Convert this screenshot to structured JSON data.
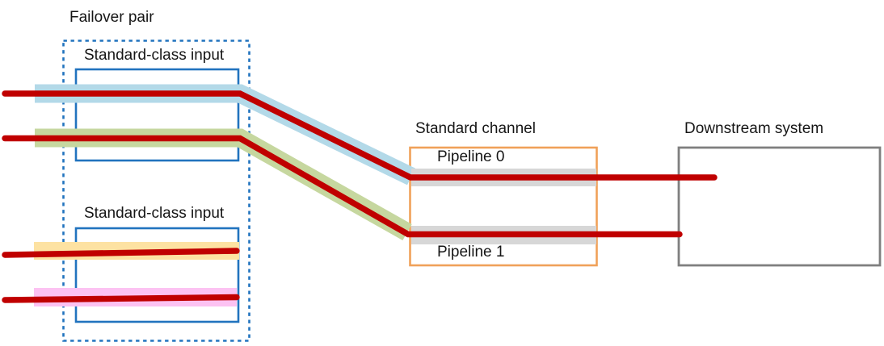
{
  "diagram": {
    "failover_pair": {
      "label": "Failover pair",
      "inputs": [
        {
          "label": "Standard-class input"
        },
        {
          "label": "Standard-class input"
        }
      ]
    },
    "standard_channel": {
      "label": "Standard channel",
      "pipelines": [
        {
          "label": "Pipeline 0"
        },
        {
          "label": "Pipeline 1"
        }
      ]
    },
    "downstream_system": {
      "label": "Downstream system"
    },
    "colors": {
      "box_blue": "#2173be",
      "box_orange": "#f0a159",
      "box_gray": "#7f7f7f",
      "band_blue": "#b3d9e8",
      "band_green": "#c6d79f",
      "band_yellow": "#fde2a2",
      "band_pink": "#fcc2f2",
      "band_gray": "#d7d7d7",
      "stream_red": "#c00000",
      "text": "#161616"
    }
  }
}
